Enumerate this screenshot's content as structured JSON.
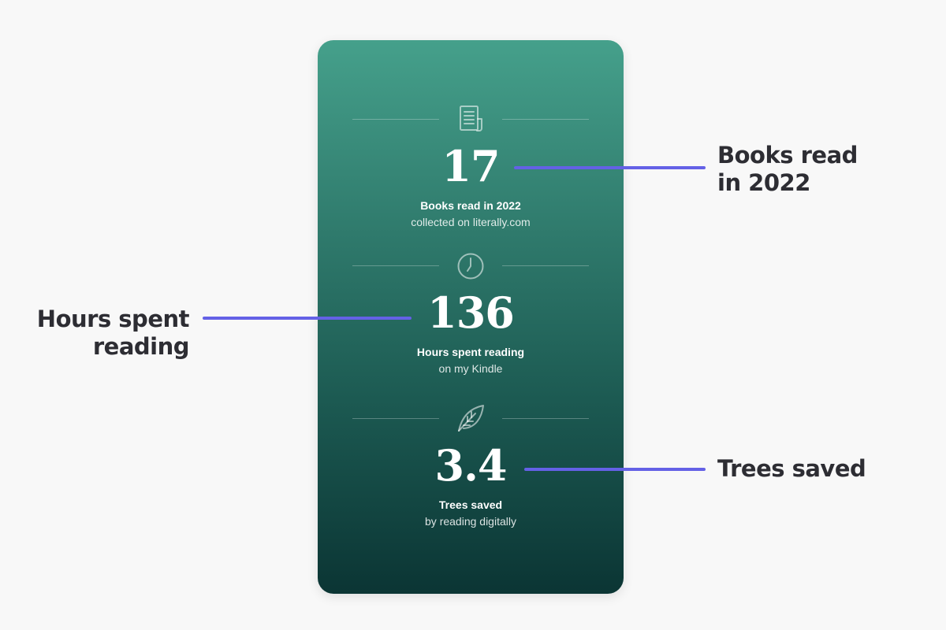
{
  "stats": [
    {
      "icon": "document-icon",
      "value": "17",
      "label": "Books read in 2022",
      "sub": "collected on literally.com"
    },
    {
      "icon": "clock-icon",
      "value": "136",
      "label": "Hours spent reading",
      "sub": "on my Kindle"
    },
    {
      "icon": "leaf-icon",
      "value": "3.4",
      "label": "Trees saved",
      "sub": "by reading digitally"
    }
  ],
  "callouts": {
    "books": {
      "line1": "Books read",
      "line2": "in 2022"
    },
    "hours": {
      "line1": "Hours spent",
      "line2": "reading"
    },
    "trees": {
      "line1": "Trees saved"
    }
  },
  "colors": {
    "card_top": "#45a08b",
    "card_bottom": "#0b3534",
    "connector": "#6461e6",
    "callout_text": "#2d2d33",
    "background": "#f8f8f8"
  }
}
